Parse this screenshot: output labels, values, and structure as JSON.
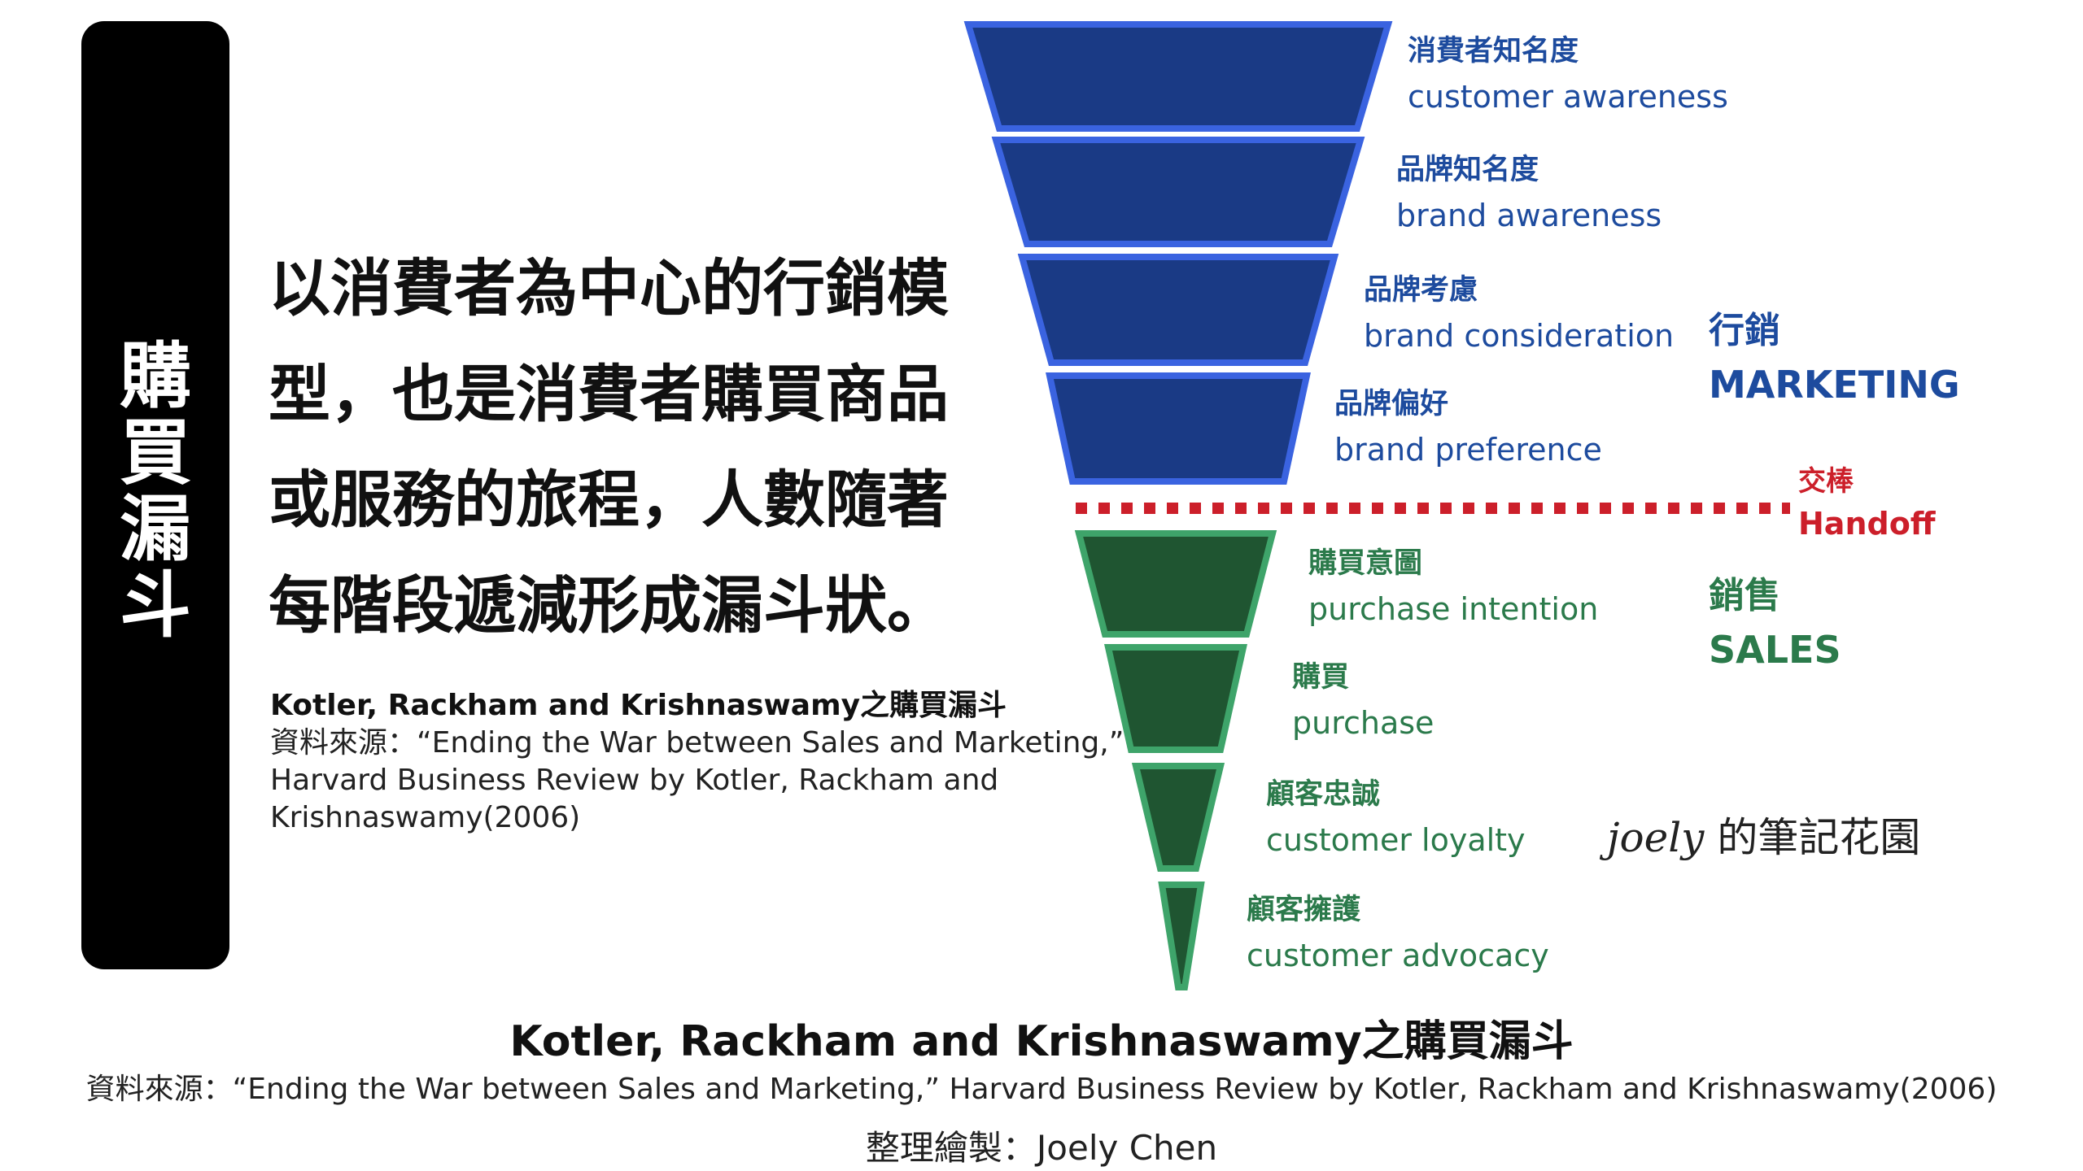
{
  "side_title": [
    "購",
    "買",
    "漏",
    "斗"
  ],
  "main_text": [
    "以消費者為中心的行銷模",
    "型，也是消費者購買商品",
    "或服務的旅程，人數隨著",
    "每階段遞減形成漏斗狀。"
  ],
  "source_block": {
    "title": "Kotler, Rackham and Krishnaswamy之購買漏斗",
    "lines": [
      "資料來源：“Ending the War between Sales and Marketing,”",
      "Harvard Business Review by Kotler, Rackham and",
      "Krishnaswamy(2006)"
    ]
  },
  "funnel": {
    "marketing_stages": [
      {
        "zh": "消費者知名度",
        "en": "customer awareness"
      },
      {
        "zh": "品牌知名度",
        "en": "brand awareness"
      },
      {
        "zh": "品牌考慮",
        "en": "brand consideration"
      },
      {
        "zh": "品牌偏好",
        "en": "brand preference"
      }
    ],
    "sales_stages": [
      {
        "zh": "購買意圖",
        "en": "purchase intention"
      },
      {
        "zh": "購買",
        "en": "purchase"
      },
      {
        "zh": "顧客忠誠",
        "en": "customer loyalty"
      },
      {
        "zh": "顧客擁護",
        "en": "customer advocacy"
      }
    ],
    "colors": {
      "marketing_fill": "#1a3a85",
      "marketing_stroke": "#3a63e0",
      "sales_fill": "#1f5531",
      "sales_stroke": "#3ea46a",
      "handoff": "#cc1f2a"
    }
  },
  "groups": {
    "marketing": {
      "zh": "行銷",
      "en": "MARKETING"
    },
    "handoff": {
      "zh": "交棒",
      "en": "Handoff"
    },
    "sales": {
      "zh": "銷售",
      "en": "SALES"
    }
  },
  "signature": {
    "script": "joely",
    "text": "的筆記花園"
  },
  "bottom": {
    "title": "Kotler, Rackham and Krishnaswamy之購買漏斗",
    "source": "資料來源：“Ending the War between Sales and Marketing,”  Harvard Business Review by Kotler, Rackham and Krishnaswamy(2006)",
    "credit": "整理繪製：Joely Chen"
  }
}
